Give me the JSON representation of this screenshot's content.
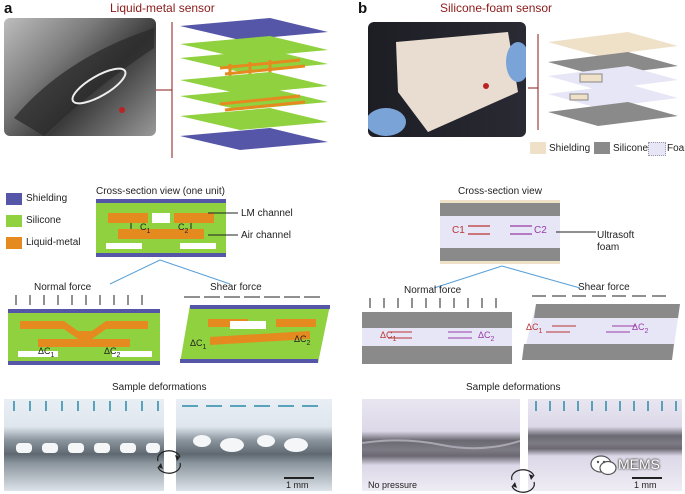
{
  "panel_a": {
    "letter": "a",
    "title": "Liquid-metal sensor",
    "legend": [
      {
        "label": "Shielding",
        "color": "#5656a8"
      },
      {
        "label": "Silicone",
        "color": "#8fd13f"
      },
      {
        "label": "Liquid-metal",
        "color": "#e58a1f"
      }
    ],
    "cross_section_title": "Cross-section view (one unit)",
    "lm_channel_label": "LM channel",
    "air_channel_label": "Air channel",
    "c1": "C",
    "c1_sub": "1",
    "c2": "C",
    "c2_sub": "2",
    "normal_force_label": "Normal force",
    "shear_force_label": "Shear force",
    "dc1": "ΔC",
    "dc1_sub": "1",
    "dc2": "ΔC",
    "dc2_sub": "2",
    "sample_deformations_label": "Sample deformations",
    "scale_bar_label": "1 mm"
  },
  "panel_b": {
    "letter": "b",
    "title": "Silicone-foam sensor",
    "legend": [
      {
        "label": "Shielding",
        "color": "#efe0c8"
      },
      {
        "label": "Silicone",
        "color": "#8a8a8a"
      },
      {
        "label": "Foam",
        "color": "#e6e6f6"
      }
    ],
    "cross_section_title": "Cross-section view",
    "c1_label": "C1",
    "c2_label": "C2",
    "ultrasoft_foam_label": "Ultrasoft foam",
    "normal_force_label": "Normal force",
    "shear_force_label": "Shear force",
    "dc1": "ΔC",
    "dc1_sub": "1",
    "dc2": "ΔC",
    "dc2_sub": "2",
    "sample_deformations_label": "Sample deformations",
    "no_pressure_label": "No pressure",
    "scale_bar_label": "1 mm",
    "watermark": "MEMS"
  }
}
